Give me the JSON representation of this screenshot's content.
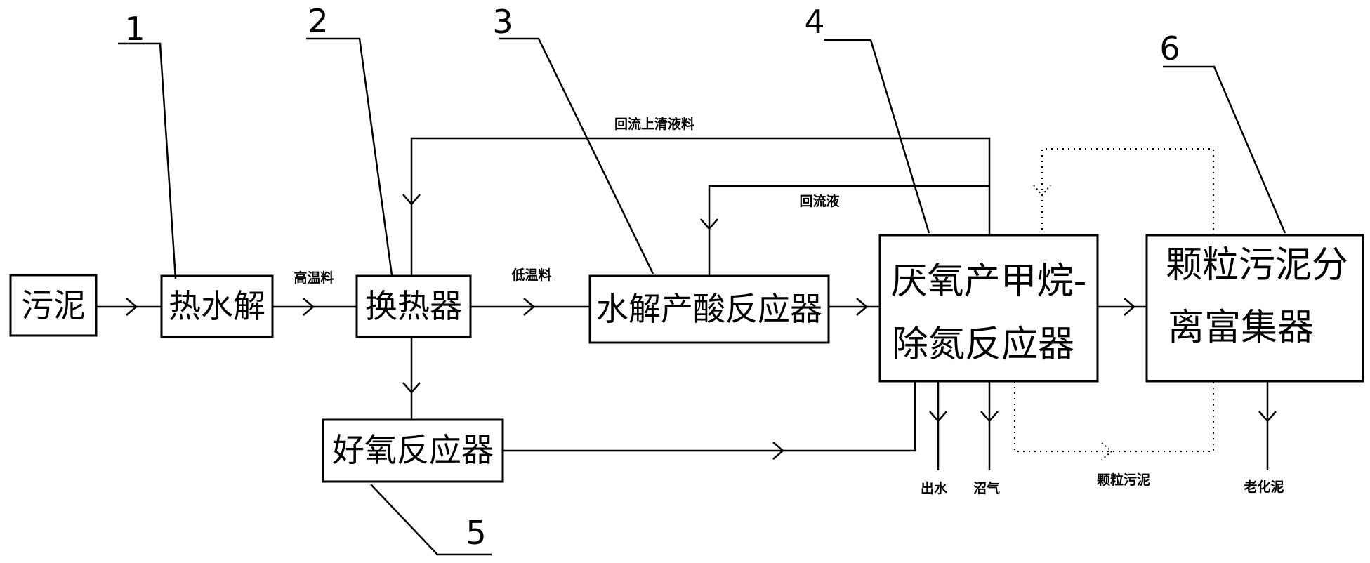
{
  "nodes": {
    "sludge": "污泥",
    "thermal_hydrolysis": "热水解",
    "heat_exchanger": "换热器",
    "hydrolysis_acid_reactor": "水解产酸反应器",
    "anaerobic_line1": "厌氧产甲烷-",
    "anaerobic_line2": "除氮反应器",
    "granular_line1": "颗粒污泥分",
    "granular_line2": "离富集器",
    "aerobic_reactor": "好氧反应器"
  },
  "flows": {
    "high_temp": "高温料",
    "low_temp": "低温料",
    "return_supernatant": "回流上清液料",
    "return_liquid": "回流液",
    "effluent": "出水",
    "biogas": "沼气",
    "granular_sludge": "颗粒污泥",
    "aged_sludge": "老化泥"
  },
  "callouts": {
    "n1": "1",
    "n2": "2",
    "n3": "3",
    "n4": "4",
    "n5": "5",
    "n6": "6"
  }
}
